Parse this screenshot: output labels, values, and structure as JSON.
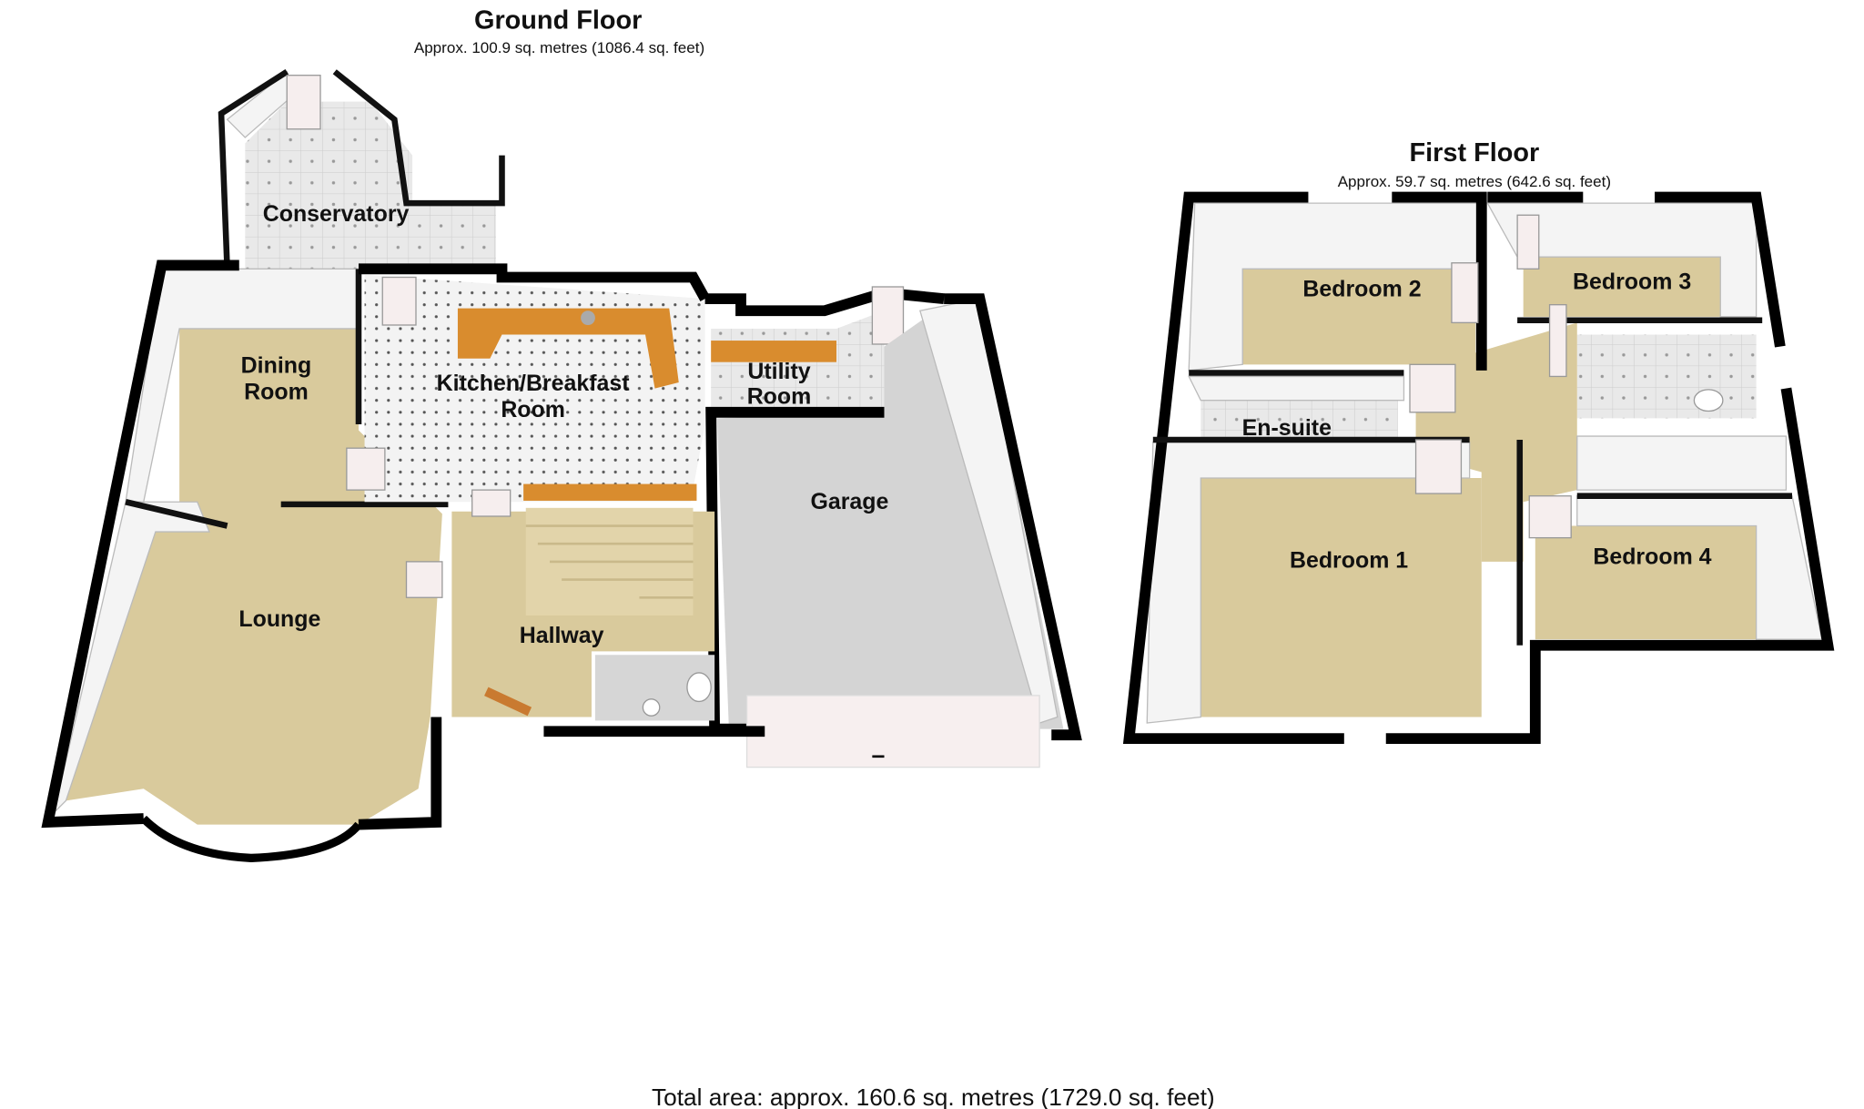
{
  "ground_floor": {
    "title": "Ground Floor",
    "area": "Approx. 100.9 sq. metres (1086.4 sq. feet)",
    "rooms": {
      "conservatory": "Conservatory",
      "dining_1": "Dining",
      "dining_2": "Room",
      "kitchen_1": "Kitchen/Breakfast",
      "kitchen_2": "Room",
      "utility_1": "Utility",
      "utility_2": "Room",
      "garage": "Garage",
      "lounge": "Lounge",
      "hallway": "Hallway"
    }
  },
  "first_floor": {
    "title": "First Floor",
    "area": "Approx. 59.7 sq. metres (642.6 sq. feet)",
    "rooms": {
      "bedroom2": "Bedroom 2",
      "bedroom3": "Bedroom 3",
      "ensuite": "En-suite",
      "bedroom1": "Bedroom 1",
      "bedroom4": "Bedroom 4"
    }
  },
  "total_area": "Total area: approx. 160.6 sq. metres (1729.0 sq. feet)",
  "colors": {
    "carpet": "#d9ca9c",
    "garage": "#d4d4d4",
    "worktop": "#d98c2e",
    "wall": "#000000"
  }
}
